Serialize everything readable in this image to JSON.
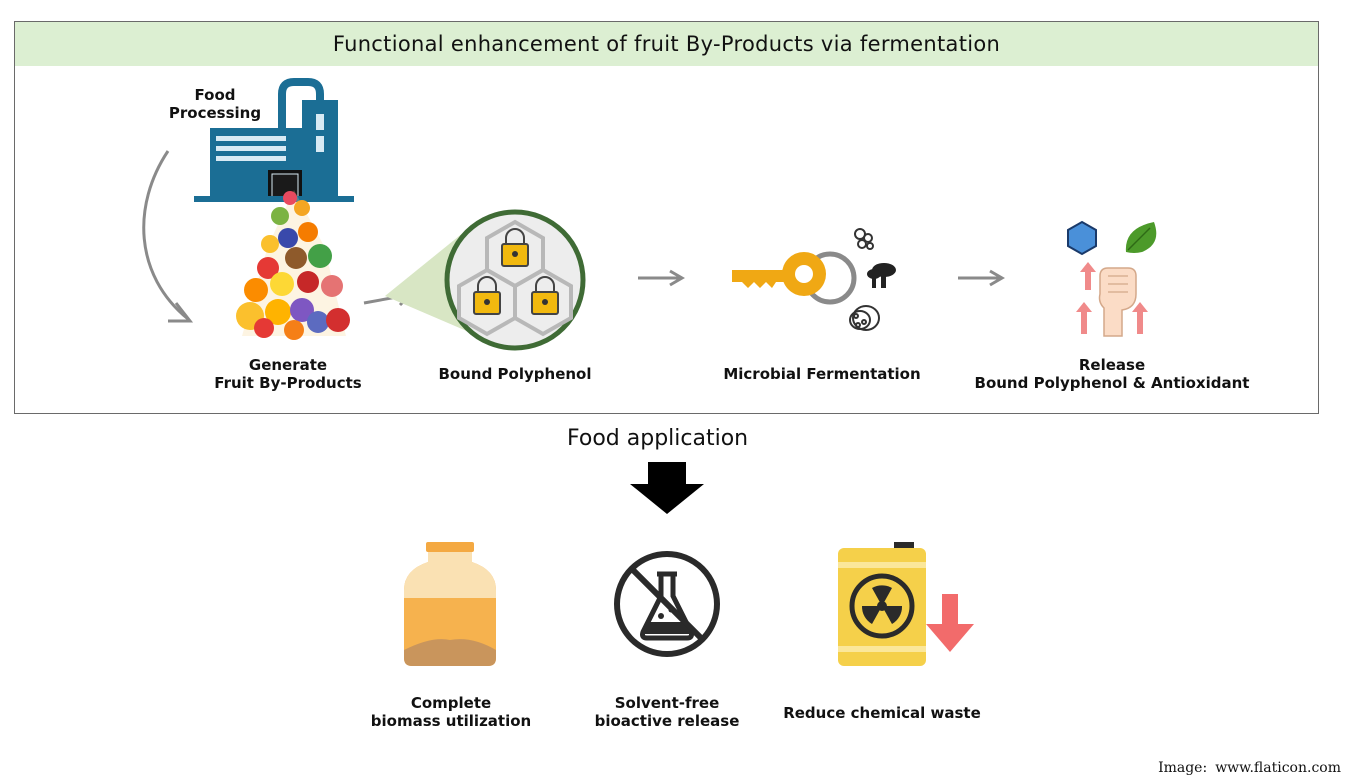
{
  "title": "Functional enhancement of fruit By-Products via fermentation",
  "top_row": {
    "processing": {
      "line1": "Food",
      "line2": "Processing",
      "icon": "factory-icon"
    },
    "byproducts": {
      "line1": "Generate",
      "line2": "Fruit By-Products",
      "icon": "fruit-pile-icon"
    },
    "bound": {
      "label": "Bound Polyphenol",
      "icon": "locked-hexagon-cell-icon"
    },
    "fermentation": {
      "label": "Microbial Fermentation",
      "icon": "key-microbe-icon"
    },
    "release": {
      "line1": "Release",
      "line2": "Bound Polyphenol & Antioxidant",
      "icon": "strength-up-icon"
    }
  },
  "food_application": {
    "label": "Food application",
    "icon": "down-arrow-icon"
  },
  "applications": [
    {
      "line1": "Complete",
      "line2": "biomass utilization",
      "icon": "fermentation-jar-icon"
    },
    {
      "line1": "Solvent-free",
      "line2": "bioactive release",
      "icon": "no-chemical-flask-icon"
    },
    {
      "line1": "Reduce chemical waste",
      "line2": "",
      "icon": "hazard-barrel-down-icon"
    }
  ],
  "credit": {
    "prefix": "Image:",
    "source": "www.flaticon.com"
  },
  "colors": {
    "title_bg": "#dcefd2",
    "factory": "#1b6e95",
    "lock": "#f2b90f",
    "key": "#f0a814",
    "hex": "#4a90d9",
    "leaf": "#4c9a2a",
    "arrow_up": "#f08a8a",
    "jar": "#f6b24e",
    "barrel": "#f5d04a"
  }
}
